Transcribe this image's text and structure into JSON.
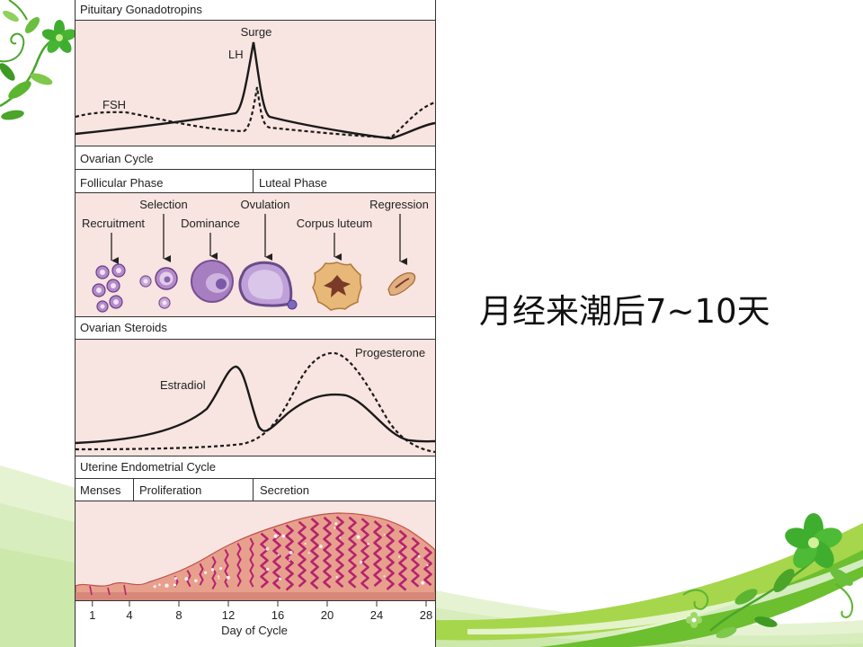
{
  "slide": {
    "caption": "月经来潮后7~10天"
  },
  "diagram": {
    "sections": {
      "gonadotropins": "Pituitary Gonadotropins",
      "ovarian_cycle": "Ovarian Cycle",
      "ovarian_steroids": "Ovarian Steroids",
      "endometrial_cycle": "Uterine Endometrial Cycle"
    },
    "ovarian_phases": [
      "Follicular Phase",
      "Luteal Phase"
    ],
    "gonadotropin_labels": {
      "surge": "Surge",
      "lh": "LH",
      "fsh": "FSH"
    },
    "follicle_stages": [
      "Recruitment",
      "Selection",
      "Dominance",
      "Ovulation",
      "Corpus luteum",
      "Regression"
    ],
    "steroid_labels": {
      "progesterone": "Progesterone",
      "estradiol": "Estradiol"
    },
    "endometrial_phases": [
      "Menses",
      "Proliferation",
      "Secretion"
    ],
    "axis": {
      "ticks": [
        1,
        4,
        8,
        12,
        16,
        20,
        24,
        28
      ],
      "label": "Day of Cycle"
    }
  },
  "colors": {
    "panel_fill": "#f8e4e0",
    "leaf_green": "#5cb531",
    "lime_swoosh": "#a6d64b",
    "gland_magenta": "#b5226f",
    "tissue_salmon": "#e7a08c"
  }
}
